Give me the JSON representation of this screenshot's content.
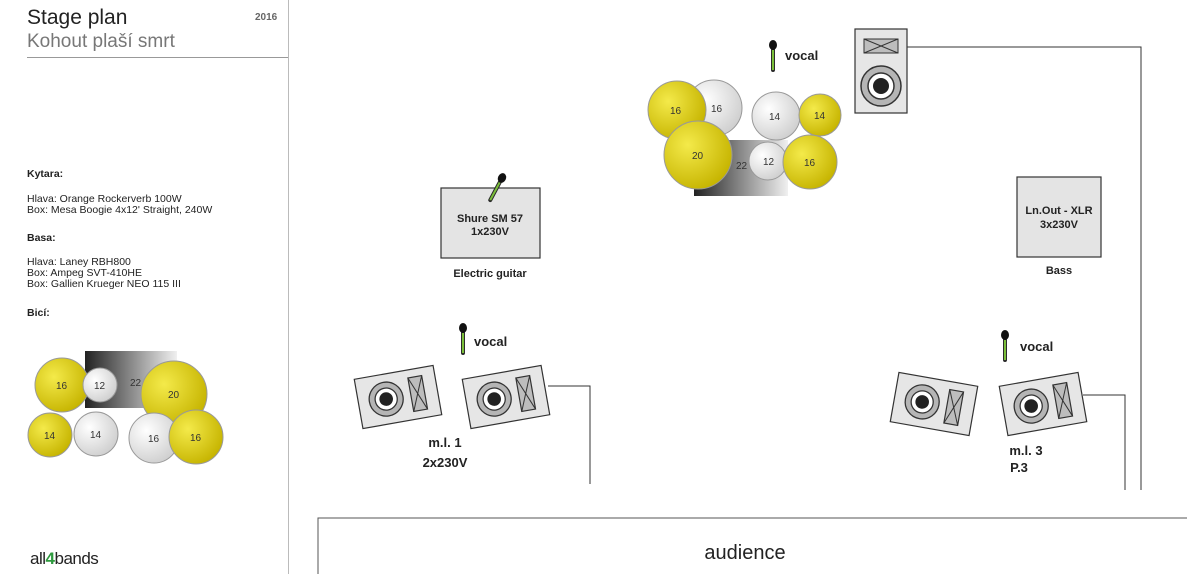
{
  "header": {
    "title": "Stage plan",
    "subtitle": "Kohout plaší smrt",
    "year": "2016"
  },
  "info": {
    "guitar_heading": "Kytara:",
    "guitar_head": "Hlava: Orange Rockerverb 100W",
    "guitar_box": "Box: Mesa Boogie 4x12' Straight, 240W",
    "bass_heading": "Basa:",
    "bass_head": "Hlava: Laney RBH800",
    "bass_box1": "Box: Ampeg SVT-410HE",
    "bass_box2": "Box: Gallien Krueger NEO 115 III",
    "drums_heading": "Bicí:"
  },
  "logo": {
    "left": "all",
    "mid": "4",
    "right": "bands"
  },
  "stage": {
    "vocal_label": "vocal",
    "guitar_amp": {
      "line1": "Shure SM 57",
      "line2": "1x230V",
      "caption": "Electric guitar"
    },
    "bass_amp": {
      "line1": "Ln.Out - XLR",
      "line2": "3x230V",
      "caption": "Bass"
    },
    "monitor_left": {
      "line1": "m.l. 1",
      "line2": "2x230V"
    },
    "monitor_right": {
      "line1": "m.l. 3",
      "line2": "P.3"
    },
    "audience": "audience"
  },
  "drums": {
    "kick": "22",
    "small_kit": [
      "16",
      "12",
      "20",
      "14",
      "14",
      "16",
      "16"
    ],
    "big_kit": [
      "16",
      "16",
      "14",
      "14",
      "20",
      "12",
      "16"
    ]
  },
  "colors": {
    "yellow": "#d8c800",
    "grey_drum": "#e4e4e4",
    "accent_green": "#2e9a3e"
  }
}
